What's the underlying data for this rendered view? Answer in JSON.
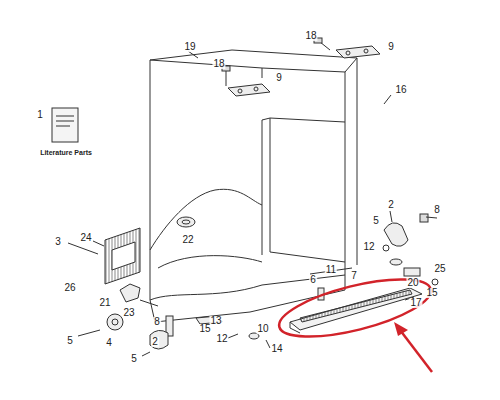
{
  "diagram": {
    "labels": [
      "19",
      "18",
      "9",
      "18",
      "9",
      "16",
      "1",
      "Literature Parts",
      "2",
      "8",
      "5",
      "12",
      "3",
      "24",
      "22",
      "20",
      "25",
      "15",
      "6",
      "11",
      "7",
      "17",
      "26",
      "21",
      "23",
      "8",
      "13",
      "5",
      "4",
      "2",
      "15",
      "12",
      "10",
      "14",
      "5"
    ]
  }
}
